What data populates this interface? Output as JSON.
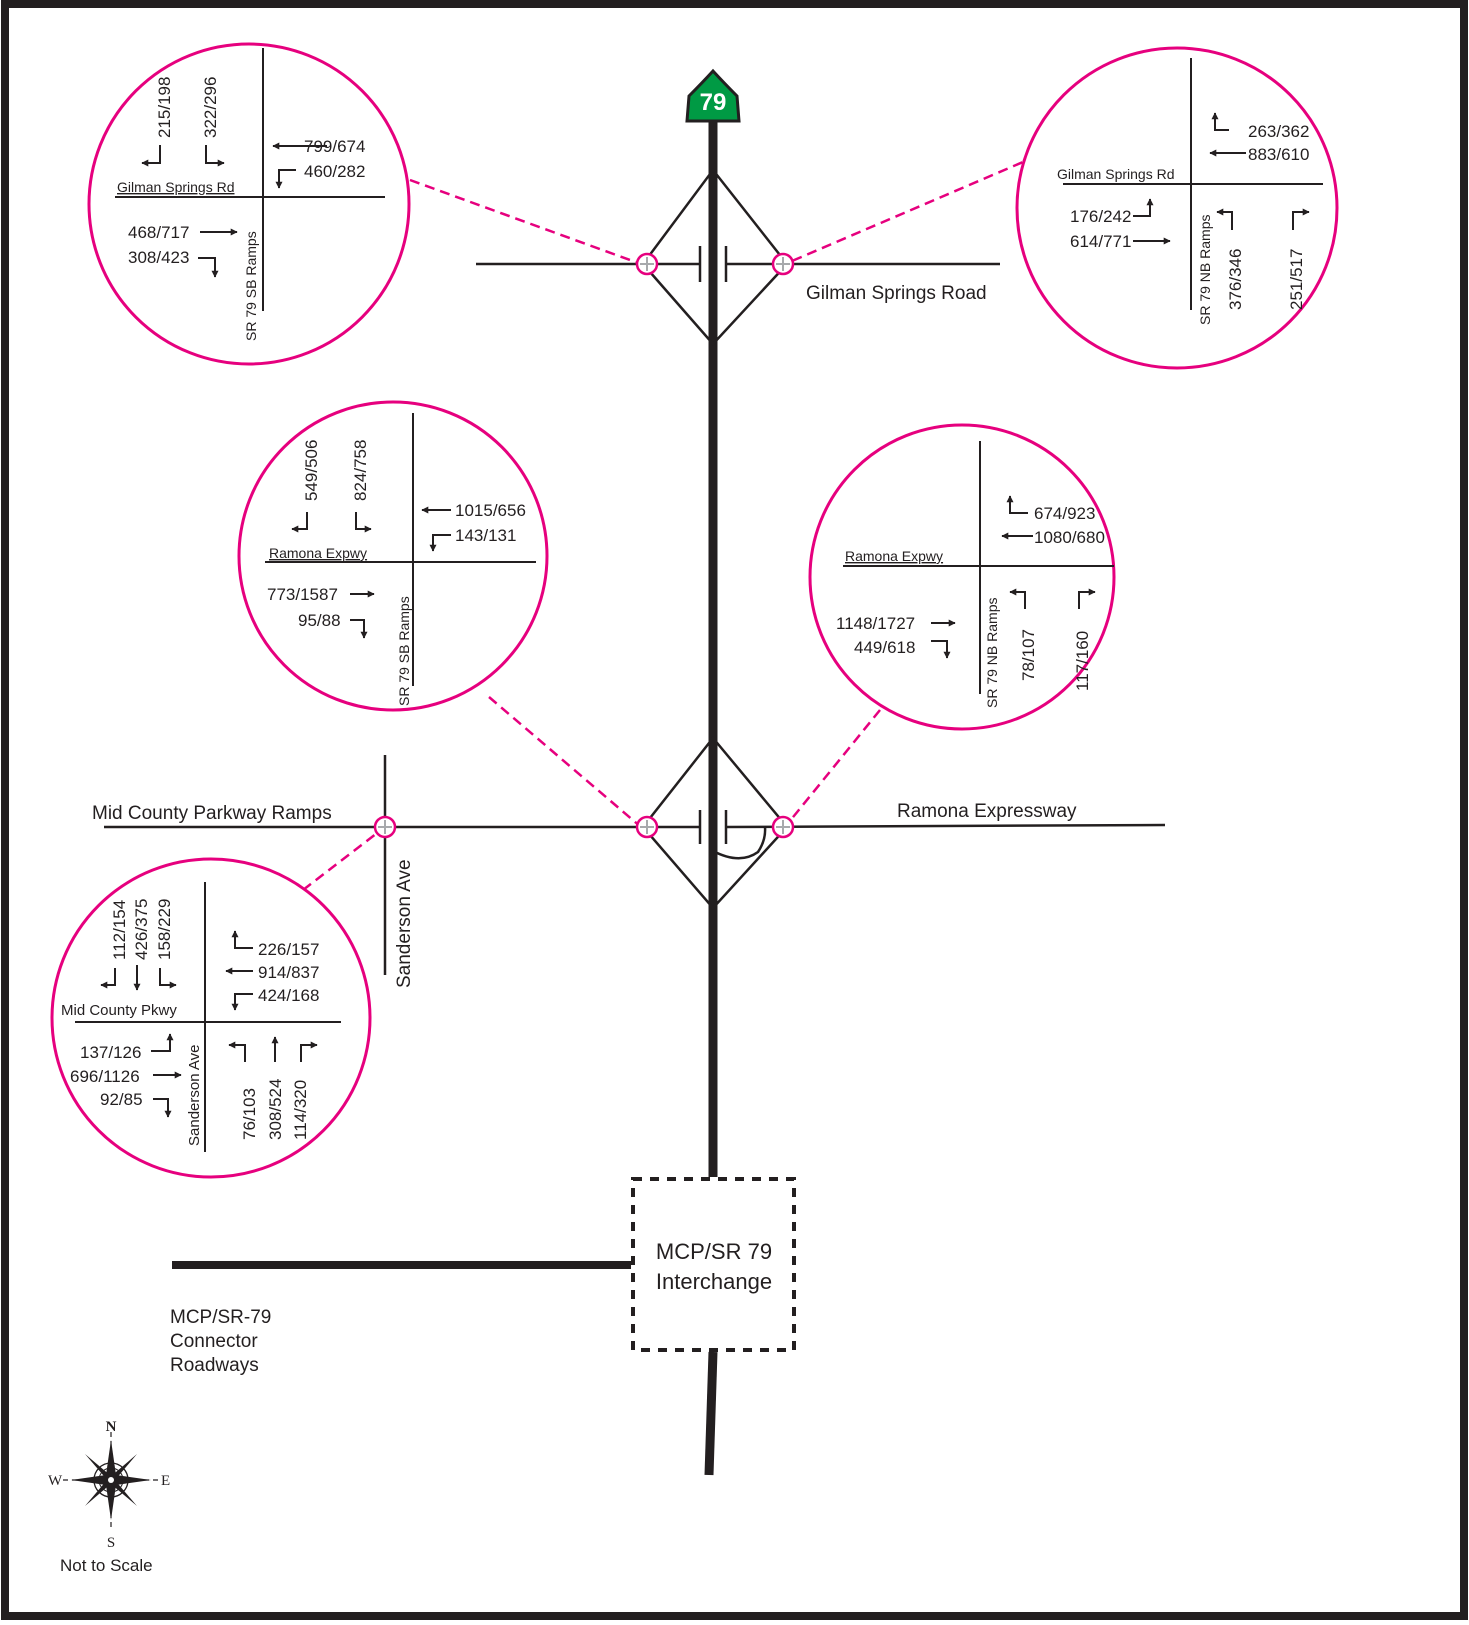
{
  "shield": {
    "number": "79",
    "color": "#009a44"
  },
  "colors": {
    "callout": "#e6007e",
    "line": "#231f20"
  },
  "roads": {
    "gilman": "Gilman Springs Road",
    "ramona": "Ramona Expressway",
    "mcp_ramps": "Mid County Parkway Ramps",
    "sanderson": "Sanderson Ave"
  },
  "interchange": {
    "line1": "MCP/SR 79",
    "line2": "Interchange"
  },
  "connector": {
    "line1": "MCP/SR-79",
    "line2": "Connector",
    "line3": "Roadways"
  },
  "compass": {
    "n": "N",
    "s": "S",
    "e": "E",
    "w": "W"
  },
  "scale_note": "Not to Scale",
  "callouts": {
    "gilman_sb": {
      "road": "Gilman Springs Rd",
      "ramp": "SR 79 SB Ramps",
      "sb_left": "215/198",
      "sb_right": "322/296",
      "wb_thru": "799/674",
      "wb_left": "460/282",
      "eb_thru": "468/717",
      "eb_right": "308/423"
    },
    "gilman_nb": {
      "road": "Gilman Springs Rd",
      "ramp": "SR 79 NB Ramps",
      "wb_right": "263/362",
      "wb_thru": "883/610",
      "eb_left": "176/242",
      "eb_thru": "614/771",
      "nb_left": "376/346",
      "nb_right": "251/517"
    },
    "ramona_sb": {
      "road": "Ramona Expwy",
      "ramp": "SR 79 SB Ramps",
      "sb_left": "549/506",
      "sb_right": "824/758",
      "wb_thru": "1015/656",
      "wb_left": "143/131",
      "eb_thru": "773/1587",
      "eb_right": "95/88"
    },
    "ramona_nb": {
      "road": "Ramona Expwy",
      "ramp": "SR 79 NB Ramps",
      "wb_right": "674/923",
      "wb_thru": "1080/680",
      "eb_thru": "1148/1727",
      "eb_right": "449/618",
      "nb_left": "78/107",
      "nb_right": "117/160"
    },
    "mcp_sanderson": {
      "road": "Mid County Pkwy",
      "ramp": "Sanderson Ave",
      "sb_right": "112/154",
      "sb_thru": "426/375",
      "sb_left": "158/229",
      "wb_right": "226/157",
      "wb_thru": "914/837",
      "wb_left": "424/168",
      "eb_left": "137/126",
      "eb_thru": "696/1126",
      "eb_right": "92/85",
      "nb_left": "76/103",
      "nb_thru": "308/524",
      "nb_right": "114/320"
    }
  }
}
